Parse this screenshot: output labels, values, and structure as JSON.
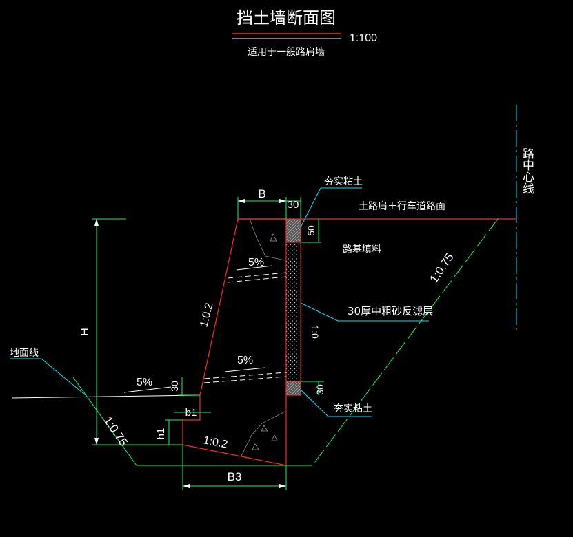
{
  "title": "挡土墙断面图",
  "scale": "1:100",
  "subtitle": "适用于一般路肩墙",
  "labels": {
    "B": "B",
    "dim_30_top": "30",
    "dim_50": "50",
    "compacted_clay_top": "夯实粘土",
    "road_surface": "土路肩＋行车道路面",
    "fill": "路基填料",
    "slope_5pct": "5%",
    "wall_batter": "1:0.2",
    "filter_layer": "30厚中粗砂反滤层",
    "filter_ratio": "1:0",
    "fill_slope": "1:0.75",
    "H": "H",
    "ground_line": "地面线",
    "dim_30_left": "30",
    "dim_30_right": "30",
    "b1": "b1",
    "h1": "h1",
    "compacted_clay_bottom": "夯实粘土",
    "base_slope": "1:0.2",
    "ground_slope": "1:0.75",
    "B3": "B3",
    "road_center_line": "路中心线"
  },
  "colors": {
    "background": "#000000",
    "wall_outline": "#ff2a2a",
    "dimension": "#00ff66",
    "leader": "#00e5ff",
    "text": "#ffffff",
    "center_line": "#00e5ff"
  }
}
